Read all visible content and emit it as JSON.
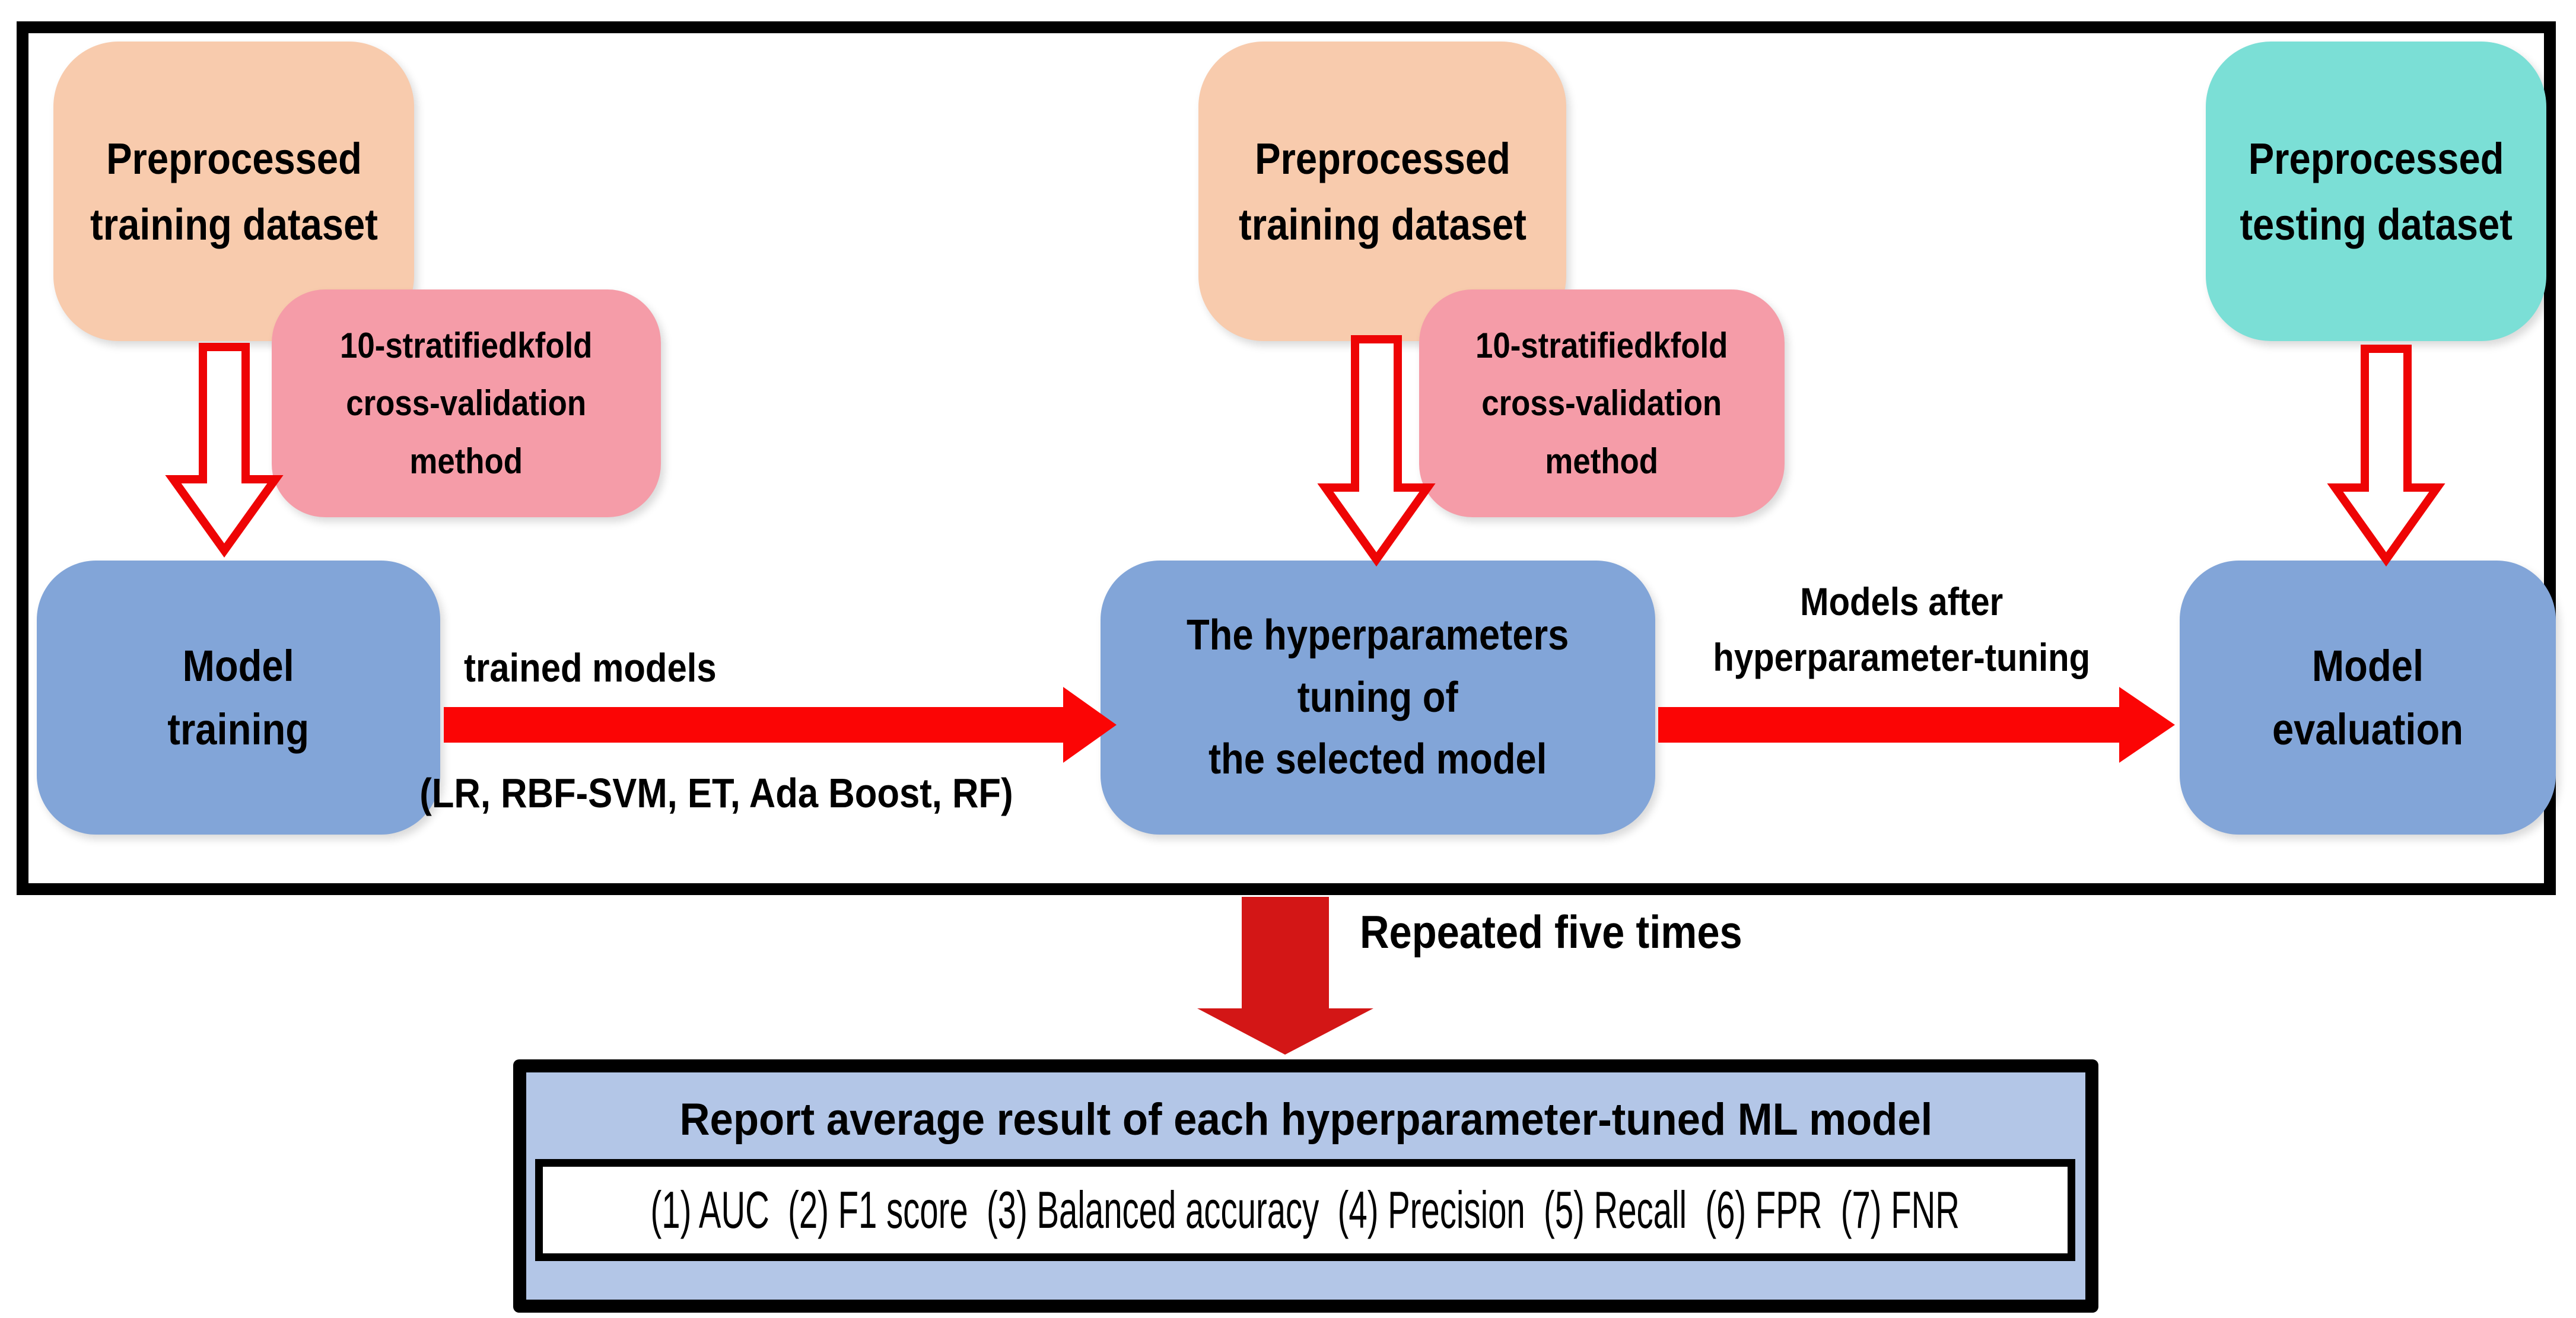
{
  "colors": {
    "training_dataset_fill": "#F8CBAD",
    "testing_dataset_fill": "#7BDFD6",
    "cross_validation_fill": "#F59CA8",
    "process_box_fill": "#82A5D8",
    "report_box_fill": "#B3C6E7",
    "report_inner_fill": "#FFFFFF",
    "flow_arrow_red": "#FB0505",
    "open_arrow_outline_red": "#EE0405",
    "open_arrow_fill": "#FFFFFF",
    "repeat_arrow_red": "#D31616",
    "frame_border": "#000000"
  },
  "stage1": {
    "dataset_label": "Preprocessed\ntraining dataset",
    "cv_label": "10-stratifiedkfold\ncross-validation\nmethod",
    "process_label": "Model\ntraining"
  },
  "stage2": {
    "dataset_label": "Preprocessed\ntraining dataset",
    "cv_label": "10-stratifiedkfold\ncross-validation\nmethod",
    "process_label": "The hyperparameters\ntuning of\nthe selected model"
  },
  "stage3": {
    "dataset_label": "Preprocessed\ntesting dataset",
    "process_label": "Model\nevaluation"
  },
  "arrow1": {
    "label_above": "trained models",
    "label_below": "(LR, RBF-SVM, ET, Ada Boost, RF)"
  },
  "arrow2": {
    "label_above": "Models after\nhyperparameter-tuning"
  },
  "repeat_arrow_label": "Repeated five times",
  "report": {
    "title": "Report average result of each hyperparameter-tuned ML model",
    "metrics": "(1) AUC  (2) F1 score  (3) Balanced accuracy  (4) Precision  (5) Recall  (6) FPR  (7) FNR"
  }
}
